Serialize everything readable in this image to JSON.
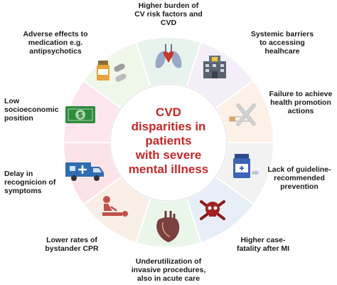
{
  "center_title": [
    "CVD",
    "disparities in",
    "patients",
    "with severe",
    "mental illness"
  ],
  "colors": {
    "title": "#c62828",
    "segments": [
      "#e8f3ee",
      "#f3eef7",
      "#fdf1e7",
      "#f2f2f2",
      "#e7eef8",
      "#eaf6ea",
      "#f8eee6",
      "#fbe3e8",
      "#fde6ee",
      "#eef7e9",
      "#f4f1fb"
    ]
  },
  "items": [
    {
      "name": "cv-risk-factors",
      "icon": "heart-lungs-icon",
      "lines": [
        "Higher burden of",
        "CV risk factors and",
        "CVD"
      ]
    },
    {
      "name": "systemic-barriers",
      "icon": "hospital-icon",
      "lines": [
        "Systemic barriers",
        "to accessing",
        "healhcare"
      ]
    },
    {
      "name": "health-promotion",
      "icon": "no-smoking-icon",
      "lines": [
        "Failure to achieve",
        "health promotion",
        "actions"
      ]
    },
    {
      "name": "guideline-prevention",
      "icon": "medication-bottle-icon",
      "lines": [
        "Lack of guideline-",
        "recommended",
        "prevention"
      ]
    },
    {
      "name": "case-fatality",
      "icon": "skull-crossbones-icon",
      "lines": [
        "Higher case-",
        "fatality after MI"
      ]
    },
    {
      "name": "invasive-procedures",
      "icon": "anatomical-heart-icon",
      "lines": [
        "Underutilization of",
        "invasive procedures,",
        "also in acute care"
      ]
    },
    {
      "name": "bystander-cpr",
      "icon": "cpr-icon",
      "lines": [
        "Lower rates of",
        "bystander CPR"
      ]
    },
    {
      "name": "delay-recognition",
      "icon": "ambulance-icon",
      "lines": [
        "Delay in",
        "recognicion of",
        "symptoms"
      ]
    },
    {
      "name": "socioeconomic",
      "icon": "dollar-bill-icon",
      "lines": [
        "Low",
        "socioeconomic",
        "position"
      ]
    },
    {
      "name": "medication-adverse",
      "icon": "pills-icon",
      "lines": [
        "Adverse effects to",
        "medication e.g.",
        "antipsychotics"
      ]
    }
  ]
}
